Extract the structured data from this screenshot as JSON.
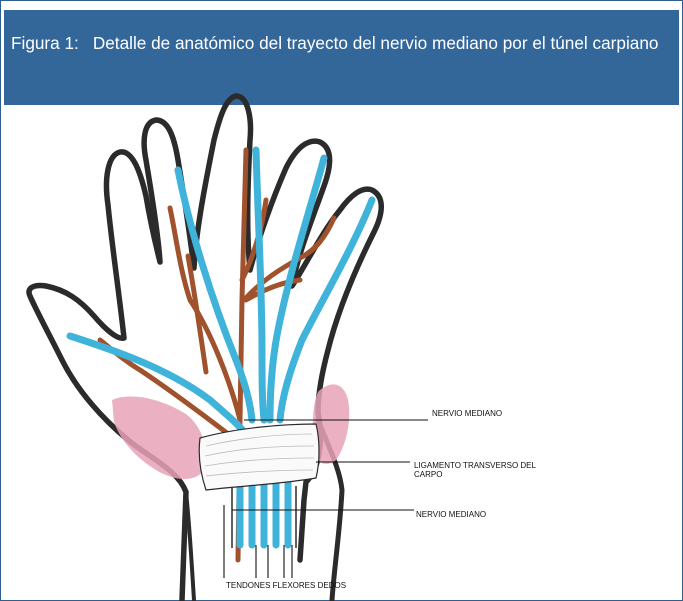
{
  "caption": {
    "number": "Figura 1:",
    "text": "Detalle de anatómico del trayecto del  nervio mediano por el túnel carpiano"
  },
  "labels": {
    "nervio_mediano_top": "NERVIO  MEDIANO",
    "ligamento_line1": "LIGAMENTO TRANSVERSO DEL",
    "ligamento_line2": "CARPO",
    "nervio_mediano_bottom": "NERVIO MEDIANO",
    "tendones": "TENDONES  FLEXORES   DEDOS"
  },
  "colors": {
    "caption_bg": "#33679a",
    "tendon_blue": "#3fb3da",
    "nerve_brown": "#a0522d",
    "muscle_pink": "#e8a3b8",
    "outline": "#2b2b2b"
  }
}
